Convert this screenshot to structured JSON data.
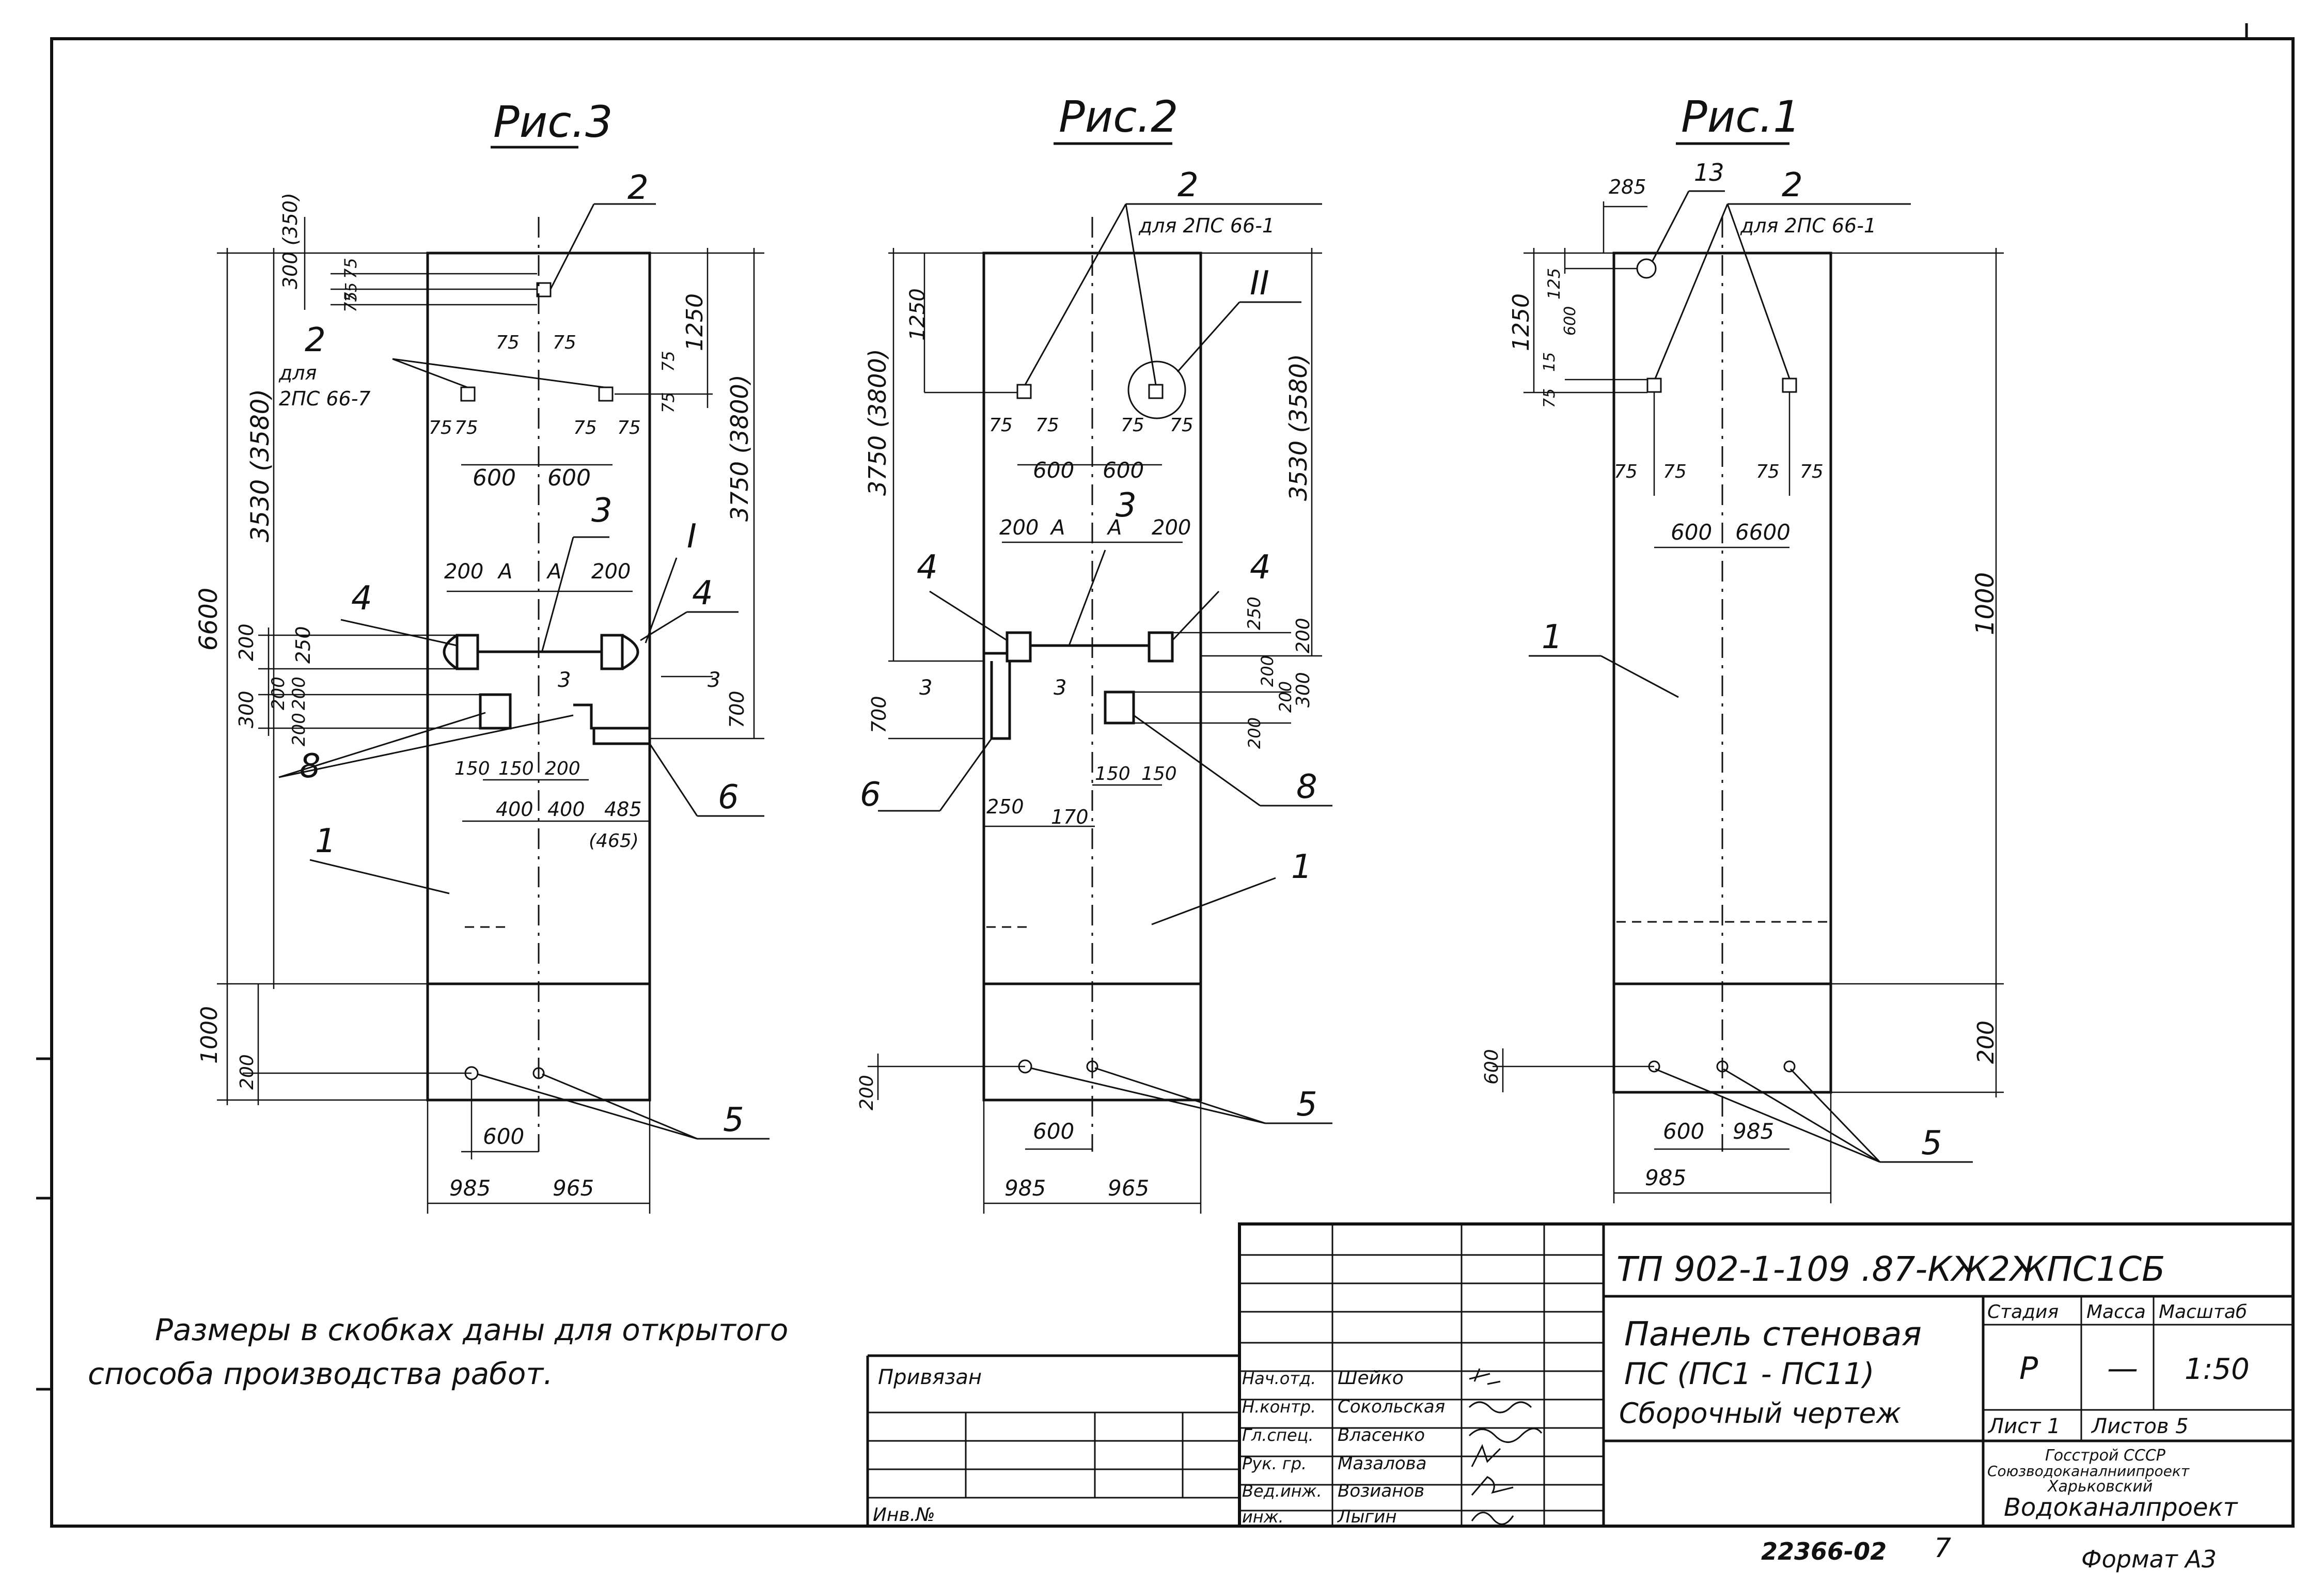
{
  "figures": {
    "fig3": {
      "title": "Рис.3",
      "dims": [
        "300 (350)",
        "75",
        "75",
        "75",
        "75",
        "3530 (3580)",
        "6600",
        "1250",
        "3750 (3800)",
        "75",
        "75",
        "75",
        "75",
        "75",
        "75",
        "600",
        "600",
        "200",
        "A",
        "A",
        "200",
        "200",
        "250",
        "300",
        "200",
        "200",
        "200",
        "700",
        "3",
        "3",
        "150",
        "150",
        "200",
        "400",
        "400",
        "485",
        "(465)",
        "1000",
        "200",
        "600",
        "985",
        "965",
        "75"
      ],
      "callouts": [
        "2",
        "2",
        "для",
        "2ПС 66-7",
        "3",
        "4",
        "4",
        "I",
        "8",
        "6",
        "1",
        "5"
      ]
    },
    "fig2": {
      "title": "Рис.2",
      "dims": [
        "1250",
        "3750 (3800)",
        "3530 (3580)",
        "75",
        "75",
        "75",
        "75",
        "600",
        "600",
        "200",
        "A",
        "A",
        "200",
        "250",
        "200",
        "700",
        "3",
        "3",
        "300",
        "200",
        "200",
        "200",
        "150",
        "150",
        "250",
        "170",
        "200",
        "600",
        "985",
        "965"
      ],
      "callouts": [
        "2",
        "для 2ПС 66-1",
        "II",
        "3",
        "4",
        "4",
        "6",
        "8",
        "1",
        "5"
      ]
    },
    "fig1": {
      "title": "Рис.1",
      "dims": [
        "285",
        "125",
        "1250",
        "15",
        "75",
        "75",
        "75",
        "75",
        "75",
        "600",
        "600",
        "6600",
        "1000",
        "200",
        "600",
        "600",
        "985",
        "985"
      ],
      "callouts": [
        "13",
        "2",
        "для 2ПС 66-1",
        "1",
        "5"
      ]
    }
  },
  "note": {
    "line1": "Размеры в скобках даны для открытого",
    "line2": "способа производства работ."
  },
  "title_block": {
    "doc_code": "ТП 902-1-109 .87-КЖ2ЖПС1СБ",
    "name_line1": "Панель стеновая",
    "name_line2": "ПС (ПС1 - ПС11)",
    "name_line3": "Сборочный чертеж",
    "stage_label": "Стадия",
    "mass_label": "Масса",
    "scale_label": "Масштаб",
    "stage_value": "Р",
    "mass_value": "—",
    "scale_value": "1:50",
    "sheet": "Лист 1",
    "sheets": "Листов 5",
    "org_line1": "Госстрой СССР",
    "org_line2": "Союзводоканалниипроект",
    "org_line3": "Харьковский",
    "org_line4": "Водоканалпроект",
    "attached": "Привязан",
    "inv": "Инв.№",
    "roles": [
      {
        "role": "Нач.отд.",
        "name": "Шейко"
      },
      {
        "role": "Н.контр.",
        "name": "Сокольская"
      },
      {
        "role": "Гл.спец.",
        "name": "Власенко"
      },
      {
        "role": "Рук. гр.",
        "name": "Мазалова"
      },
      {
        "role": "Вед.инж.",
        "name": "Возианов"
      },
      {
        "role": "инж.",
        "name": "Лыгин"
      }
    ],
    "archive_no": "22366-02",
    "page_no": "7",
    "format": "Формат А3"
  }
}
